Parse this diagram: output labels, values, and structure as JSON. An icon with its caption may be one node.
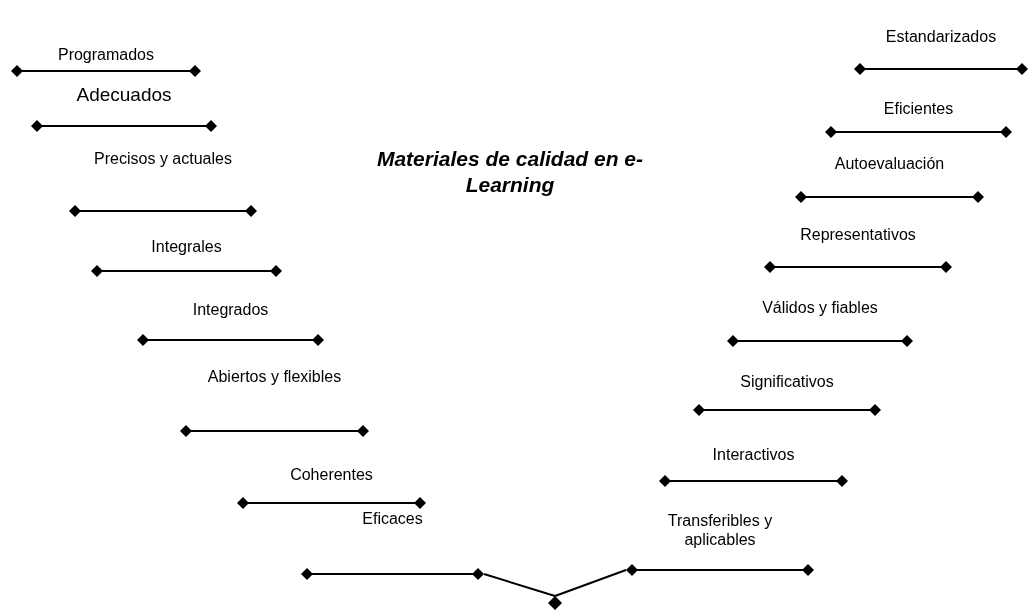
{
  "diagram": {
    "title": "Materiales de calidad en e-Learning",
    "nodes": [
      {
        "text": [
          "Programados"
        ]
      },
      {
        "text": [
          "Adecuados"
        ]
      },
      {
        "text": [
          "Precisos y actuales"
        ]
      },
      {
        "text": [
          "Integrales"
        ]
      },
      {
        "text": [
          "Integrados"
        ]
      },
      {
        "text": [
          "Abiertos y flexibles"
        ]
      },
      {
        "text": [
          "Coherentes"
        ]
      },
      {
        "text": [
          "Eficaces"
        ]
      },
      {
        "text": [
          "Estandarizados"
        ]
      },
      {
        "text": [
          "Eficientes"
        ]
      },
      {
        "text": [
          "Autoevaluación"
        ]
      },
      {
        "text": [
          "Representativos"
        ]
      },
      {
        "text": [
          "Válidos y fiables"
        ]
      },
      {
        "text": [
          "Significativos"
        ]
      },
      {
        "text": [
          "Interactivos"
        ]
      },
      {
        "text": [
          "Transferibles y aplicables"
        ]
      },
      {
        "text": [],
        "shape": "diamond"
      }
    ],
    "edges": [
      {
        "from": 7,
        "to": 16,
        "arrow": "none"
      },
      {
        "from": 16,
        "to": 15,
        "arrow": "none"
      }
    ]
  }
}
